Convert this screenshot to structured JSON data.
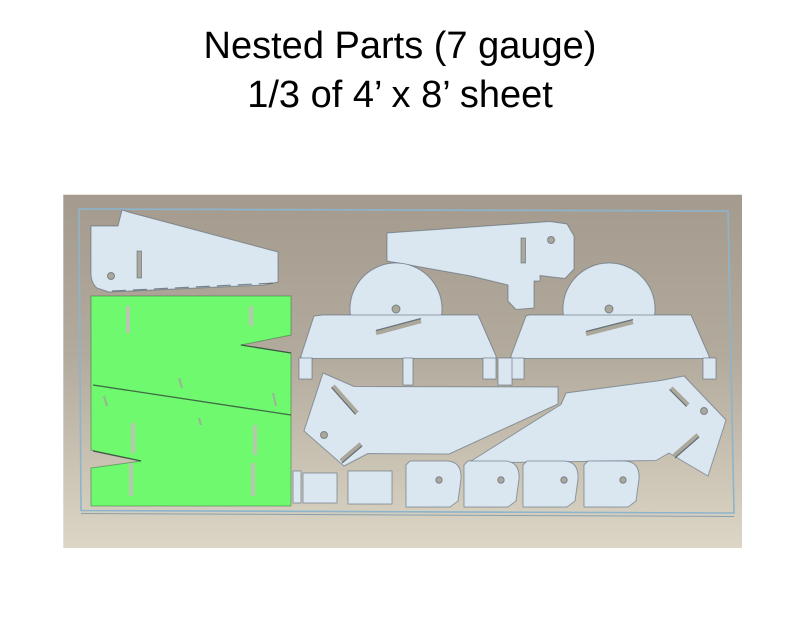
{
  "slide": {
    "title_line1": "Nested Parts (7 gauge)",
    "title_line2": "1/3 of 4’ x 8’ sheet"
  },
  "figure": {
    "description": "CAD nesting layout showing sheet-metal parts nested on one third of a 4 ft x 8 ft plate",
    "colors": {
      "slide_bg": "#ffffff",
      "title_color": "#000000",
      "viewport_top": "#a49b8e",
      "viewport_bottom": "#dcd6c6",
      "sheet_line": "#8db4cd",
      "part_fill": "#dbe7f0",
      "part_edge": "#44566a",
      "highlight_fill": "#6ef96f",
      "hole_fill": "#aba89b"
    },
    "parts": [
      {
        "name": "tapered-gusset-left",
        "holes": 1,
        "slots": 1
      },
      {
        "name": "tapered-gusset-right",
        "holes": 1,
        "slots": 1
      },
      {
        "name": "highlighted-strip-group",
        "holes": 0,
        "slots": 6
      },
      {
        "name": "dome-bracket-left",
        "holes": 1,
        "slots": 1
      },
      {
        "name": "dome-bracket-right",
        "holes": 1,
        "slots": 1
      },
      {
        "name": "blade-plate-left",
        "holes": 1,
        "slots": 2
      },
      {
        "name": "blade-plate-right",
        "holes": 1,
        "slots": 2
      },
      {
        "name": "small-rectangle-parts",
        "count": 3
      },
      {
        "name": "small-d-brackets",
        "count": 4,
        "holes": 1
      }
    ]
  }
}
